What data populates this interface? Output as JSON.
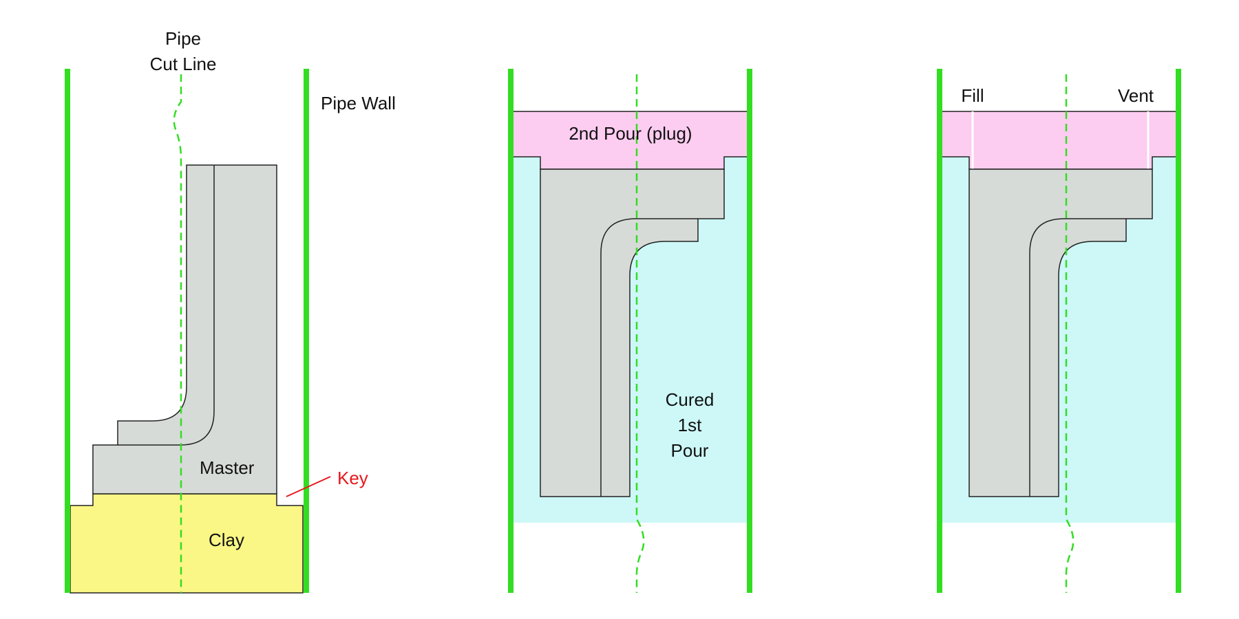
{
  "colors": {
    "pipe_wall": "#33dd22",
    "cut_line": "#33dd22",
    "master": "#d6dbd8",
    "clay": "#faf786",
    "plug": "#fccdf0",
    "cured": "#cdf8f7",
    "key": "#e8171d"
  },
  "panel1": {
    "pipe_label_1": "Pipe",
    "pipe_label_2": "Cut Line",
    "pipe_wall_label": "Pipe Wall",
    "master_label": "Master",
    "key_label": "Key",
    "clay_label": "Clay"
  },
  "panel2": {
    "plug_label": "2nd Pour (plug)",
    "cured_line_1": "Cured",
    "cured_line_2": "1st",
    "cured_line_3": "Pour"
  },
  "panel3": {
    "fill_label": "Fill",
    "vent_label": "Vent"
  }
}
